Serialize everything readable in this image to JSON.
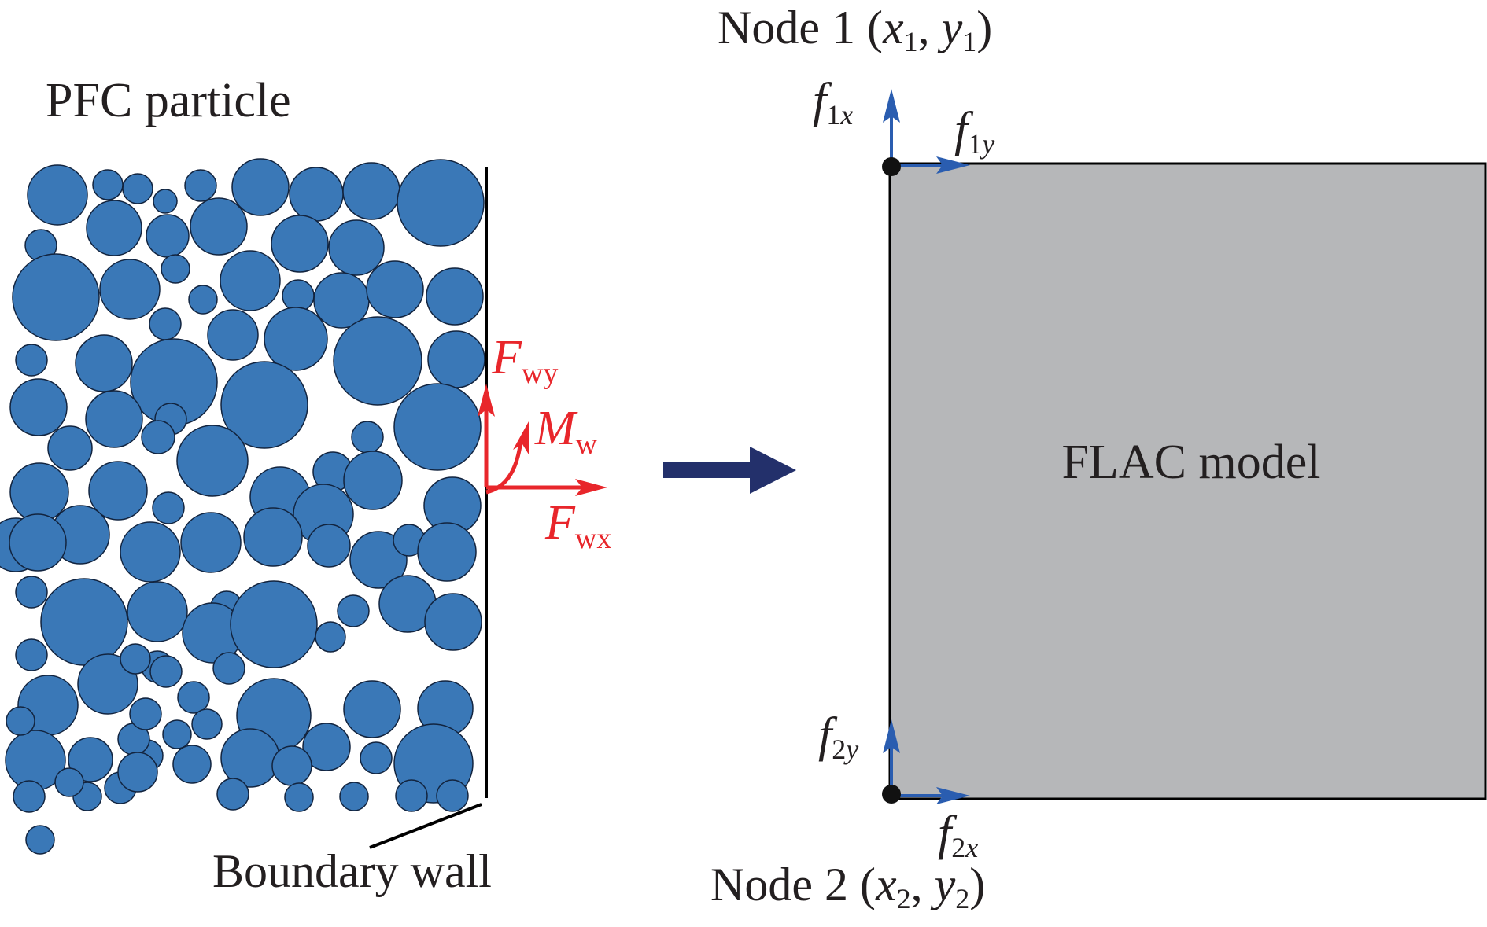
{
  "left_panel": {
    "title": "PFC particle",
    "wall_label": "Boundary wall",
    "forces": {
      "fwy": {
        "main": "F",
        "sub": "wy"
      },
      "mw": {
        "main": "M",
        "sub": "w"
      },
      "fwx": {
        "main": "F",
        "sub": "wx"
      }
    }
  },
  "right_panel": {
    "model_label": "FLAC model",
    "node1": {
      "prefix": "Node 1 (",
      "x": "x",
      "x_sub": "1",
      "sep": ", ",
      "y": "y",
      "y_sub": "1",
      "suffix": ")"
    },
    "node2": {
      "prefix": "Node 2 (",
      "x": "x",
      "x_sub": "2",
      "sep": ", ",
      "y": "y",
      "y_sub": "2",
      "suffix": ")"
    },
    "forces": {
      "f1x": {
        "main": "f",
        "sub_num": "1",
        "sub_var": "x"
      },
      "f1y": {
        "main": "f",
        "sub_num": "1",
        "sub_var": "y"
      },
      "f2y": {
        "main": "f",
        "sub_num": "2",
        "sub_var": "y"
      },
      "f2x": {
        "main": "f",
        "sub_num": "2",
        "sub_var": "x"
      }
    }
  },
  "colors": {
    "particle": "#3a78b7",
    "model_fill": "#b6b7b9",
    "force_red": "#e8262b",
    "force_blue": "#2a5db0",
    "transfer_arrow": "#23306b"
  }
}
